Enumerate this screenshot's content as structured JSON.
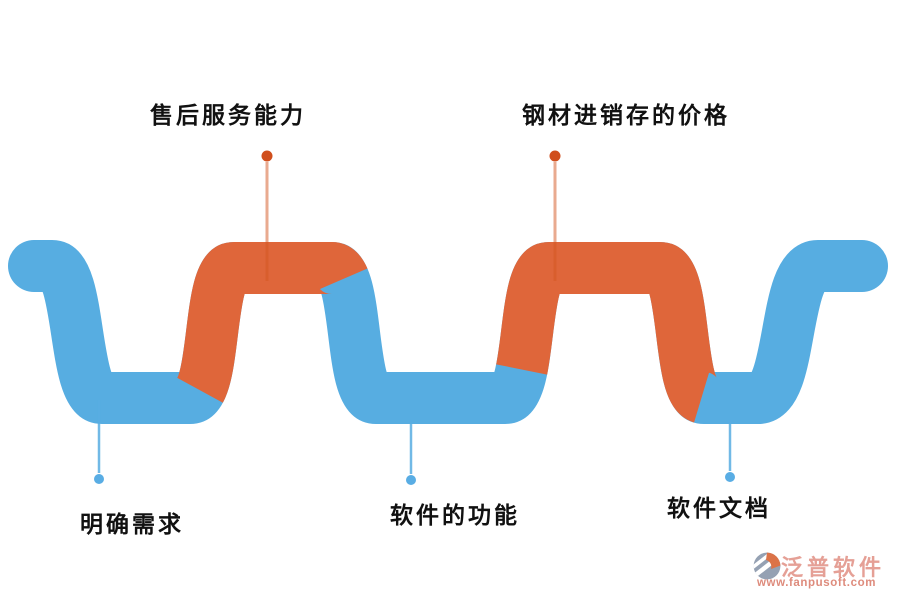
{
  "diagram": {
    "type": "serpentine-process-wave",
    "labels": {
      "top_left": {
        "text": "售后服务能力"
      },
      "top_right": {
        "text": "钢材进销存的价格"
      },
      "bottom_left": {
        "text": "明确需求"
      },
      "bottom_center": {
        "text": "软件的功能"
      },
      "bottom_right": {
        "text": "软件文档"
      }
    },
    "colors": {
      "wave_blue": "#57ade1",
      "wave_orange": "#df663a",
      "marker_orange": "#d04e1c",
      "marker_blue": "#59ade4",
      "label_text": "#111111",
      "brand_pink": "#e5a096",
      "brand_url_pink": "#de8b7c",
      "logo_gray": "#95a1b3",
      "logo_orange": "#db7348"
    },
    "watermark": {
      "brand": "泛普软件",
      "url": "www.fanpusoft.com"
    }
  }
}
